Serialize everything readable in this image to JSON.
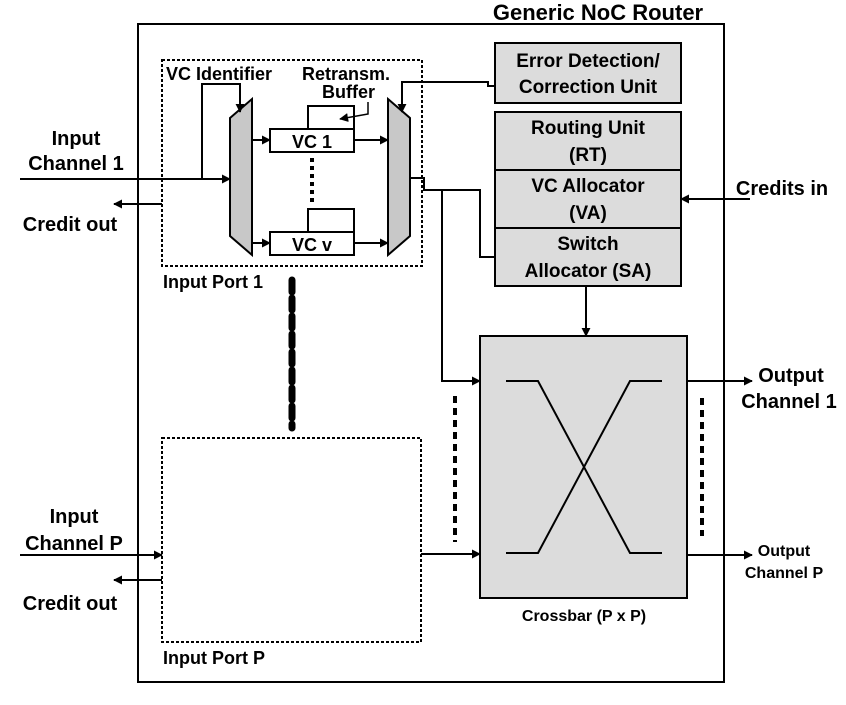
{
  "title": "Generic NoC Router",
  "input_port_1": {
    "label": "Input Port 1",
    "vc_identifier": "VC Identifier",
    "retransm": "Retransm.",
    "buffer": "Buffer",
    "vc_first": "VC 1",
    "vc_last": "VC v"
  },
  "input_port_p": {
    "label": "Input Port P"
  },
  "units": {
    "error_line1": "Error Detection/",
    "error_line2": "Correction Unit",
    "routing_line1": "Routing Unit",
    "routing_line2": "(RT)",
    "va_line1": "VC Allocator",
    "va_line2": "(VA)",
    "sa_line1": "Switch",
    "sa_line2": "Allocator (SA)"
  },
  "crossbar": {
    "label": "Crossbar (P x P)"
  },
  "external": {
    "input_ch1_line1": "Input",
    "input_ch1_line2": "Channel 1",
    "credit_out_1": "Credit out",
    "input_chp_line1": "Input",
    "input_chp_line2": "Channel P",
    "credit_out_p": "Credit out",
    "credits_in": "Credits in",
    "output_ch1_line1": "Output",
    "output_ch1_line2": "Channel 1",
    "output_chp_line1": "Output",
    "output_chp_line2": "Channel P"
  },
  "colors": {
    "unit_fill": "#dcdcdc",
    "mux_fill": "#c8c8c8",
    "line": "#000000"
  }
}
